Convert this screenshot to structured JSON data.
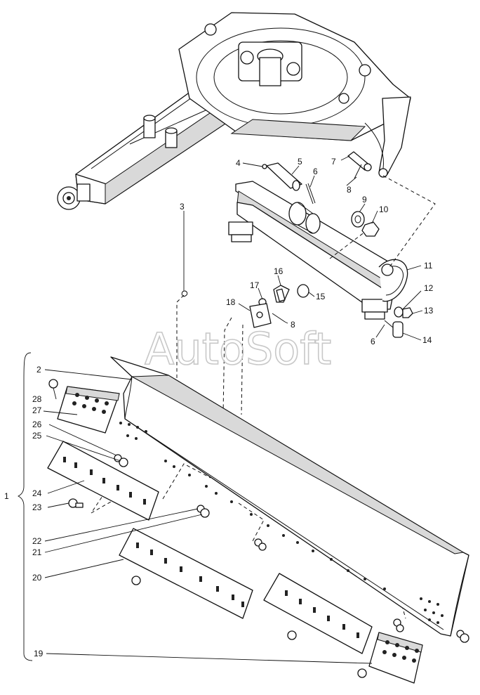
{
  "watermark": "AutoSoft",
  "callouts": [
    {
      "id": "c1",
      "text": "1"
    },
    {
      "id": "c2",
      "text": "2"
    },
    {
      "id": "c3",
      "text": "3"
    },
    {
      "id": "c4",
      "text": "4"
    },
    {
      "id": "c5",
      "text": "5"
    },
    {
      "id": "c6a",
      "text": "6"
    },
    {
      "id": "c6b",
      "text": "6"
    },
    {
      "id": "c7",
      "text": "7"
    },
    {
      "id": "c8a",
      "text": "8"
    },
    {
      "id": "c8b",
      "text": "8"
    },
    {
      "id": "c9",
      "text": "9"
    },
    {
      "id": "c10",
      "text": "10"
    },
    {
      "id": "c11",
      "text": "11"
    },
    {
      "id": "c12",
      "text": "12"
    },
    {
      "id": "c13",
      "text": "13"
    },
    {
      "id": "c14",
      "text": "14"
    },
    {
      "id": "c15",
      "text": "15"
    },
    {
      "id": "c16",
      "text": "16"
    },
    {
      "id": "c17",
      "text": "17"
    },
    {
      "id": "c18",
      "text": "18"
    },
    {
      "id": "c19",
      "text": "19"
    },
    {
      "id": "c20",
      "text": "20"
    },
    {
      "id": "c21",
      "text": "21"
    },
    {
      "id": "c22",
      "text": "22"
    },
    {
      "id": "c23",
      "text": "23"
    },
    {
      "id": "c24",
      "text": "24"
    },
    {
      "id": "c25",
      "text": "25"
    },
    {
      "id": "c26",
      "text": "26"
    },
    {
      "id": "c27",
      "text": "27"
    },
    {
      "id": "c28",
      "text": "28"
    }
  ],
  "colors": {
    "ink": "#111111",
    "watermark": "#c8c8c8",
    "background": "#ffffff"
  }
}
